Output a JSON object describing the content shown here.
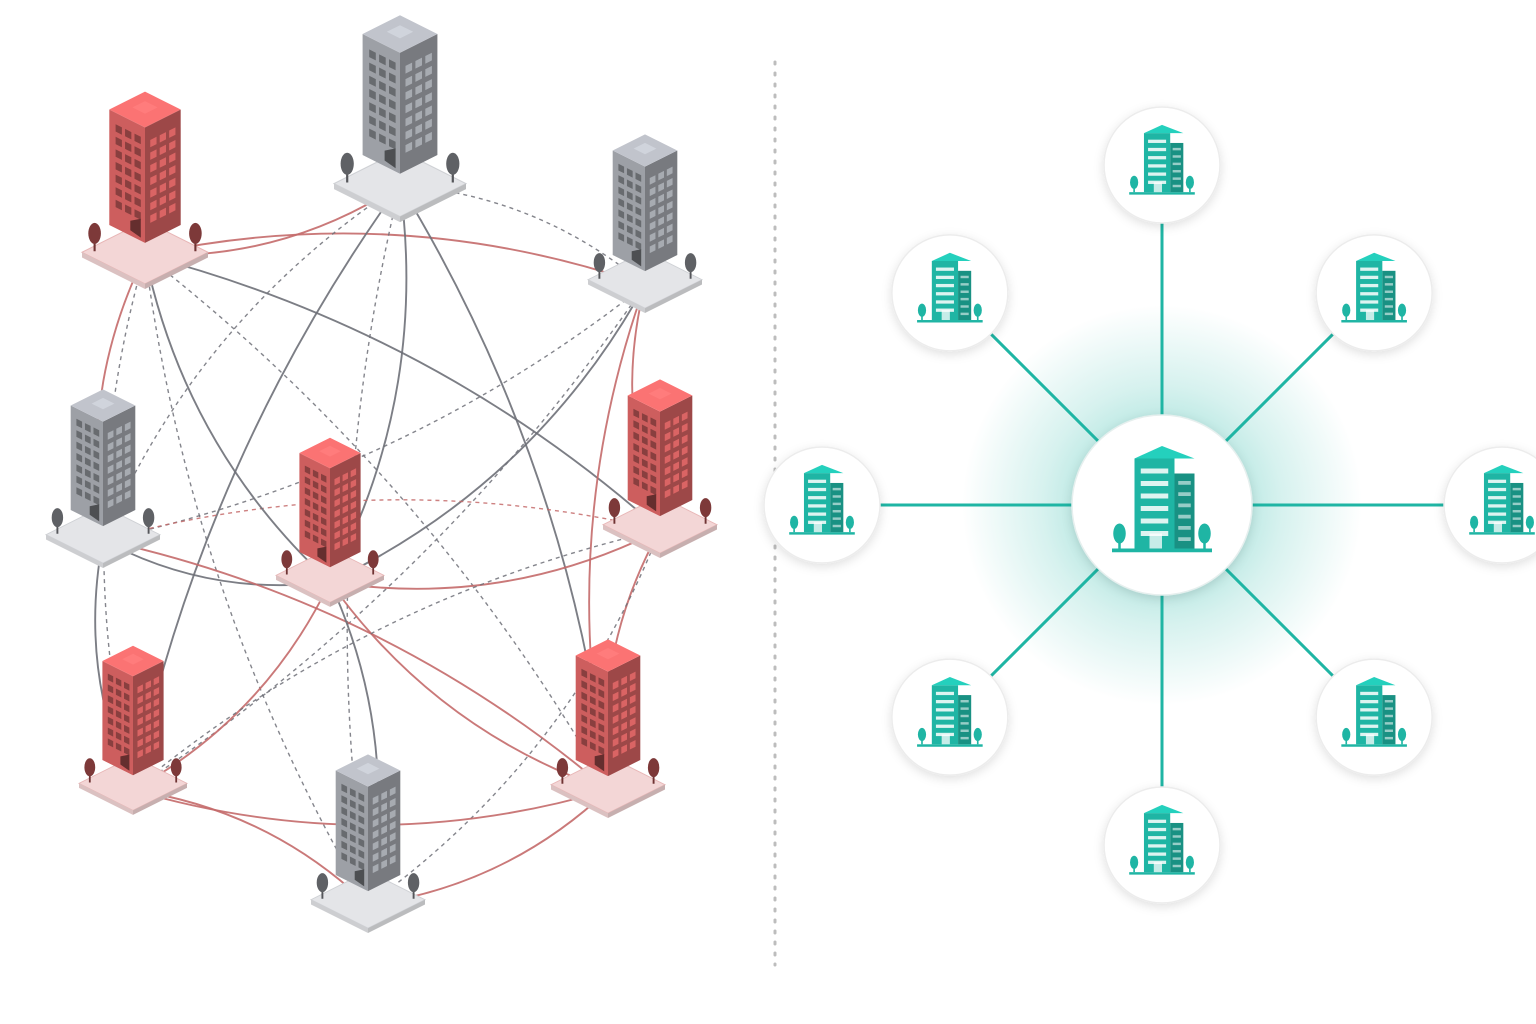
{
  "diagram": {
    "left_panel": {
      "style": "point-to-point mesh",
      "nodes": [
        {
          "id": "n1",
          "color": "red",
          "label": ""
        },
        {
          "id": "n2",
          "color": "gray",
          "label": ""
        },
        {
          "id": "n3",
          "color": "gray",
          "label": ""
        },
        {
          "id": "n4",
          "color": "gray",
          "label": ""
        },
        {
          "id": "n5",
          "color": "red",
          "label": ""
        },
        {
          "id": "n6",
          "color": "red",
          "label": ""
        },
        {
          "id": "n7",
          "color": "red",
          "label": ""
        },
        {
          "id": "n8",
          "color": "red",
          "label": ""
        },
        {
          "id": "n9",
          "color": "gray",
          "label": ""
        }
      ],
      "edges": [
        {
          "from": "n1",
          "to": "n2",
          "color": "red",
          "style": "solid"
        },
        {
          "from": "n1",
          "to": "n3",
          "color": "red",
          "style": "solid"
        },
        {
          "from": "n1",
          "to": "n4",
          "color": "red",
          "style": "solid"
        },
        {
          "from": "n1",
          "to": "n6",
          "color": "gray",
          "style": "solid"
        },
        {
          "from": "n1",
          "to": "n7",
          "color": "gray",
          "style": "dashed"
        },
        {
          "from": "n1",
          "to": "n8",
          "color": "gray",
          "style": "dashed"
        },
        {
          "from": "n1",
          "to": "n9",
          "color": "gray",
          "style": "dashed"
        },
        {
          "from": "n2",
          "to": "n3",
          "color": "gray",
          "style": "dashed"
        },
        {
          "from": "n2",
          "to": "n4",
          "color": "gray",
          "style": "dashed"
        },
        {
          "from": "n2",
          "to": "n5",
          "color": "gray",
          "style": "solid"
        },
        {
          "from": "n2",
          "to": "n7",
          "color": "gray",
          "style": "solid"
        },
        {
          "from": "n2",
          "to": "n8",
          "color": "gray",
          "style": "solid"
        },
        {
          "from": "n2",
          "to": "n9",
          "color": "gray",
          "style": "dashed"
        },
        {
          "from": "n3",
          "to": "n5",
          "color": "gray",
          "style": "solid"
        },
        {
          "from": "n3",
          "to": "n6",
          "color": "red",
          "style": "solid"
        },
        {
          "from": "n3",
          "to": "n7",
          "color": "gray",
          "style": "dashed"
        },
        {
          "from": "n3",
          "to": "n8",
          "color": "red",
          "style": "solid"
        },
        {
          "from": "n3",
          "to": "n4",
          "color": "gray",
          "style": "dashed"
        },
        {
          "from": "n4",
          "to": "n5",
          "color": "gray",
          "style": "solid"
        },
        {
          "from": "n4",
          "to": "n6",
          "color": "red",
          "style": "dashed"
        },
        {
          "from": "n4",
          "to": "n7",
          "color": "gray",
          "style": "solid"
        },
        {
          "from": "n4",
          "to": "n8",
          "color": "red",
          "style": "solid"
        },
        {
          "from": "n5",
          "to": "n6",
          "color": "red",
          "style": "solid"
        },
        {
          "from": "n5",
          "to": "n7",
          "color": "red",
          "style": "solid"
        },
        {
          "from": "n5",
          "to": "n8",
          "color": "red",
          "style": "solid"
        },
        {
          "from": "n5",
          "to": "n9",
          "color": "gray",
          "style": "solid"
        },
        {
          "from": "n6",
          "to": "n8",
          "color": "red",
          "style": "solid"
        },
        {
          "from": "n6",
          "to": "n9",
          "color": "gray",
          "style": "dashed"
        },
        {
          "from": "n6",
          "to": "n7",
          "color": "gray",
          "style": "dashed"
        },
        {
          "from": "n7",
          "to": "n9",
          "color": "red",
          "style": "solid"
        },
        {
          "from": "n7",
          "to": "n8",
          "color": "red",
          "style": "solid"
        },
        {
          "from": "n8",
          "to": "n9",
          "color": "red",
          "style": "solid"
        },
        {
          "from": "n1",
          "to": "n5",
          "color": "gray",
          "style": "solid"
        }
      ]
    },
    "right_panel": {
      "style": "hub-and-spoke",
      "hub": {
        "id": "hub",
        "label": ""
      },
      "spokes": [
        {
          "id": "s-top",
          "label": ""
        },
        {
          "id": "s-top-right",
          "label": ""
        },
        {
          "id": "s-right",
          "label": ""
        },
        {
          "id": "s-bottom-right",
          "label": ""
        },
        {
          "id": "s-bottom",
          "label": ""
        },
        {
          "id": "s-bottom-left",
          "label": ""
        },
        {
          "id": "s-left",
          "label": ""
        },
        {
          "id": "s-top-left",
          "label": ""
        }
      ]
    },
    "colors": {
      "red_building": "#c95c5c",
      "gray_building": "#9a9da3",
      "red_edge": "#c46a6a",
      "gray_edge": "#6e7078",
      "teal": "#1fb5a4",
      "divider": "#bdbdbd"
    }
  }
}
